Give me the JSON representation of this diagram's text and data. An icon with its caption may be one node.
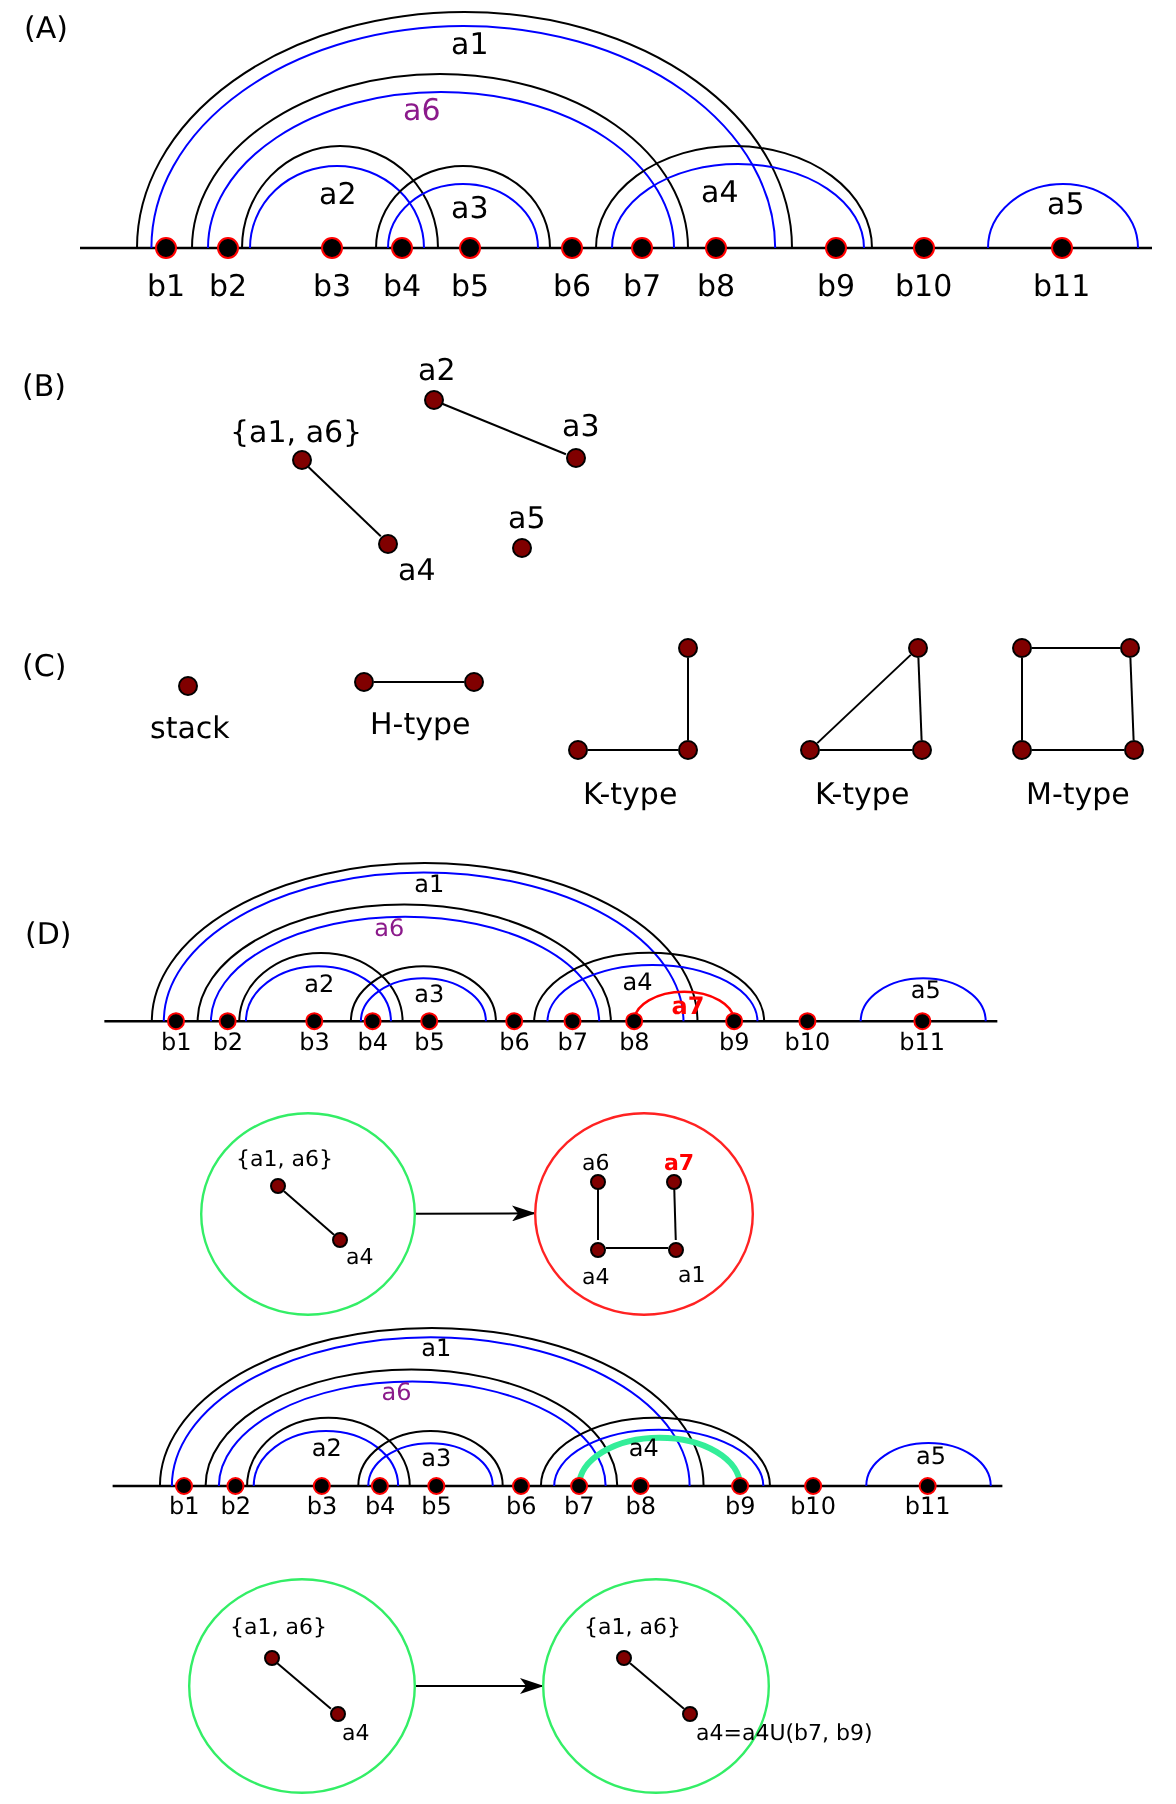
{
  "diagram": {
    "nodes": [
      {
        "text": [
          "{a1, a6}"
        ]
      },
      {
        "text": [
          "a4"
        ]
      },
      {
        "text": [
          "a2"
        ]
      },
      {
        "text": [
          "a3"
        ]
      },
      {
        "text": [
          "a5"
        ]
      },
      {
        "text": [
          "stack"
        ]
      },
      {
        "text": [],
        "shape": "circle"
      },
      {
        "text": [],
        "shape": "circle"
      },
      {
        "text": [],
        "shape": "circle"
      },
      {
        "text": [],
        "shape": "circle"
      },
      {
        "text": [],
        "shape": "circle"
      },
      {
        "text": [],
        "shape": "circle"
      },
      {
        "text": [],
        "shape": "circle"
      },
      {
        "text": [],
        "shape": "circle"
      },
      {
        "text": [],
        "shape": "circle"
      },
      {
        "text": [],
        "shape": "circle"
      },
      {
        "text": [],
        "shape": "circle"
      },
      {
        "text": [],
        "shape": "circle"
      },
      {
        "text": [],
        "shape": "circle"
      },
      {
        "text": [
          "{a1, a6}"
        ],
        "in": 18
      },
      {
        "text": [
          "a4"
        ],
        "in": 18
      },
      {
        "text": [],
        "shape": "circle"
      },
      {
        "text": [
          "a6"
        ],
        "in": 21
      },
      {
        "text": [
          "a7"
        ],
        "in": 21
      },
      {
        "text": [
          "a4"
        ],
        "in": 21
      },
      {
        "text": [
          "a1"
        ],
        "in": 21
      },
      {
        "text": [],
        "shape": "circle"
      },
      {
        "text": [
          "{a1, a6}"
        ],
        "in": 26
      },
      {
        "text": [
          "a4"
        ],
        "in": 26
      },
      {
        "text": [],
        "shape": "circle"
      },
      {
        "text": [
          "{a1, a6}"
        ],
        "in": 29
      },
      {
        "text": [
          "a4=a4U(b7, b9)"
        ],
        "in": 29
      }
    ],
    "edges": [
      {
        "from": 0,
        "to": 1,
        "arrow": "none"
      },
      {
        "from": 2,
        "to": 3,
        "arrow": "none"
      },
      {
        "from": 6,
        "to": 7,
        "arrow": "none"
      },
      {
        "from": 8,
        "to": 10,
        "arrow": "none"
      },
      {
        "from": 9,
        "to": 10,
        "arrow": "none"
      },
      {
        "from": 12,
        "to": 11,
        "arrow": "none"
      },
      {
        "from": 11,
        "to": 13,
        "arrow": "none"
      },
      {
        "from": 12,
        "to": 13,
        "arrow": "none"
      },
      {
        "from": 14,
        "to": 15,
        "arrow": "none"
      },
      {
        "from": 14,
        "to": 16,
        "arrow": "none"
      },
      {
        "from": 15,
        "to": 17,
        "arrow": "none"
      },
      {
        "from": 16,
        "to": 17,
        "arrow": "none"
      },
      {
        "from": 19,
        "to": 20,
        "arrow": "none"
      },
      {
        "from": 18,
        "to": 21,
        "arrow": "to"
      },
      {
        "from": 22,
        "to": 24,
        "arrow": "none"
      },
      {
        "from": 23,
        "to": 25,
        "arrow": "none"
      },
      {
        "from": 24,
        "to": 25,
        "arrow": "none"
      },
      {
        "from": 27,
        "to": 28,
        "arrow": "none"
      },
      {
        "from": 26,
        "to": 29,
        "arrow": "to"
      },
      {
        "from": 30,
        "to": 31,
        "arrow": "none"
      }
    ],
    "labels": [
      "(A)",
      "a1",
      "a6",
      "a2",
      "a3",
      "a4",
      "a5",
      "b1",
      "b2",
      "b3",
      "b4",
      "b5",
      "b6",
      "b7",
      "b8",
      "b9",
      "b10",
      "b11",
      "(B)",
      "(C)",
      "H-type",
      "K-type",
      "K-type",
      "M-type",
      "(D)",
      "a1",
      "a6",
      "a2",
      "a3",
      "a4",
      "a7",
      "a5",
      "b1",
      "b2",
      "b3",
      "b4",
      "b5",
      "b6",
      "b7",
      "b8",
      "b9",
      "b10",
      "b11",
      "a1",
      "a6",
      "a2",
      "a3",
      "a4",
      "a5",
      "b1",
      "b2",
      "b3",
      "b4",
      "b5",
      "b6",
      "b7",
      "b8",
      "b9",
      "b10",
      "b11"
    ]
  }
}
